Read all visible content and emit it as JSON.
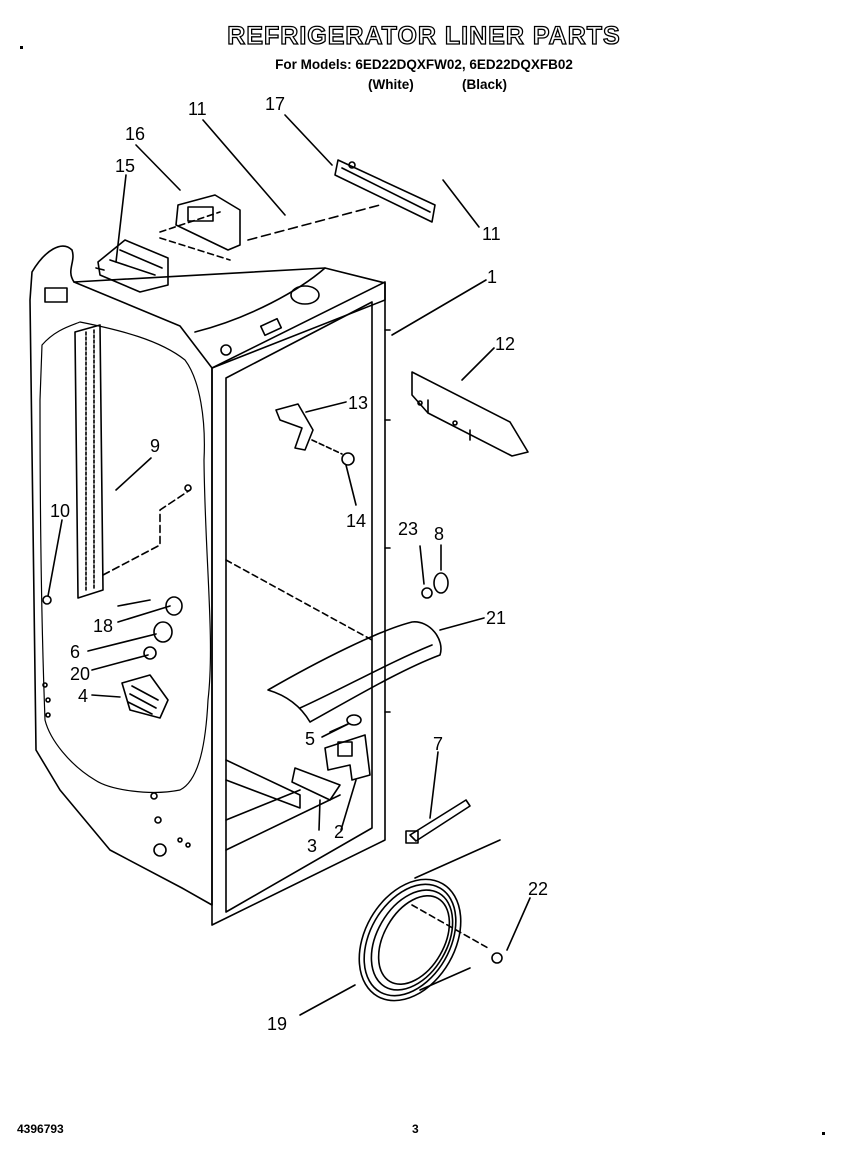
{
  "header": {
    "title": "REFRIGERATOR LINER PARTS",
    "models_line": "For Models: 6ED22DQXFW02, 6ED22DQXFB02",
    "variant_white": "(White)",
    "variant_black": "(Black)"
  },
  "callouts": {
    "c1": "1",
    "c2": "2",
    "c3": "3",
    "c4": "4",
    "c5": "5",
    "c6": "6",
    "c7": "7",
    "c8": "8",
    "c9": "9",
    "c10": "10",
    "c11a": "11",
    "c11b": "11",
    "c12": "12",
    "c13": "13",
    "c14": "14",
    "c15": "15",
    "c16": "16",
    "c17": "17",
    "c18": "18",
    "c19": "19",
    "c20": "20",
    "c21": "21",
    "c22": "22",
    "c23": "23"
  },
  "footer": {
    "doc_number": "4396793",
    "page_number": "3"
  }
}
